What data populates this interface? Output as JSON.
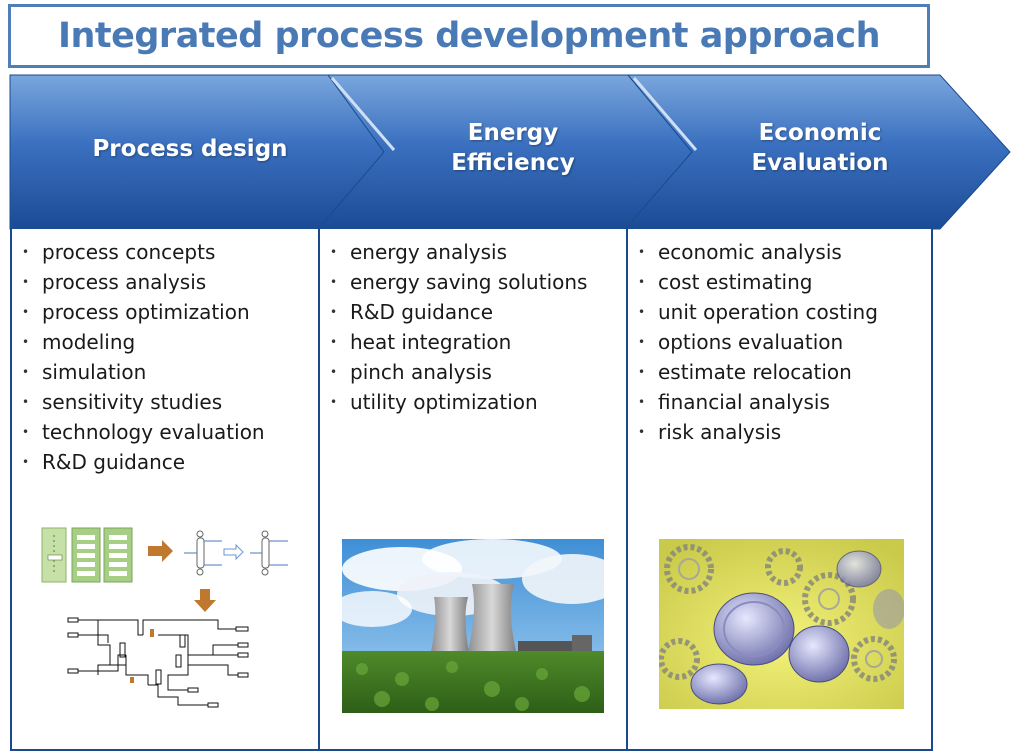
{
  "title": "Integrated process development approach",
  "headers": [
    {
      "line1": "Process design",
      "line2": ""
    },
    {
      "line1": "Energy",
      "line2": "Efficiency"
    },
    {
      "line1": "Economic",
      "line2": "Evaluation"
    }
  ],
  "columns": [
    {
      "items": [
        "process concepts",
        "process analysis",
        "process optimization",
        "modeling",
        "simulation",
        "sensitivity studies",
        "technology evaluation",
        "R&D guidance"
      ]
    },
    {
      "items": [
        "energy analysis",
        "energy saving solutions",
        "R&D guidance",
        "heat integration",
        "pinch analysis",
        "utility optimization"
      ]
    },
    {
      "items": [
        "economic analysis",
        "cost estimating",
        "unit operation costing",
        "options evaluation",
        "estimate relocation",
        "financial analysis",
        "risk analysis"
      ]
    }
  ],
  "bullet": "•",
  "colors": {
    "chevron_top": "#6d9bd6",
    "chevron_bottom": "#1e4f9a",
    "title": "#4a7ab6",
    "border": "#1a4a8e"
  },
  "images": [
    {
      "icon": "process-flow-diagram"
    },
    {
      "icon": "cooling-towers-photo"
    },
    {
      "icon": "coins-and-gears-photo"
    }
  ]
}
